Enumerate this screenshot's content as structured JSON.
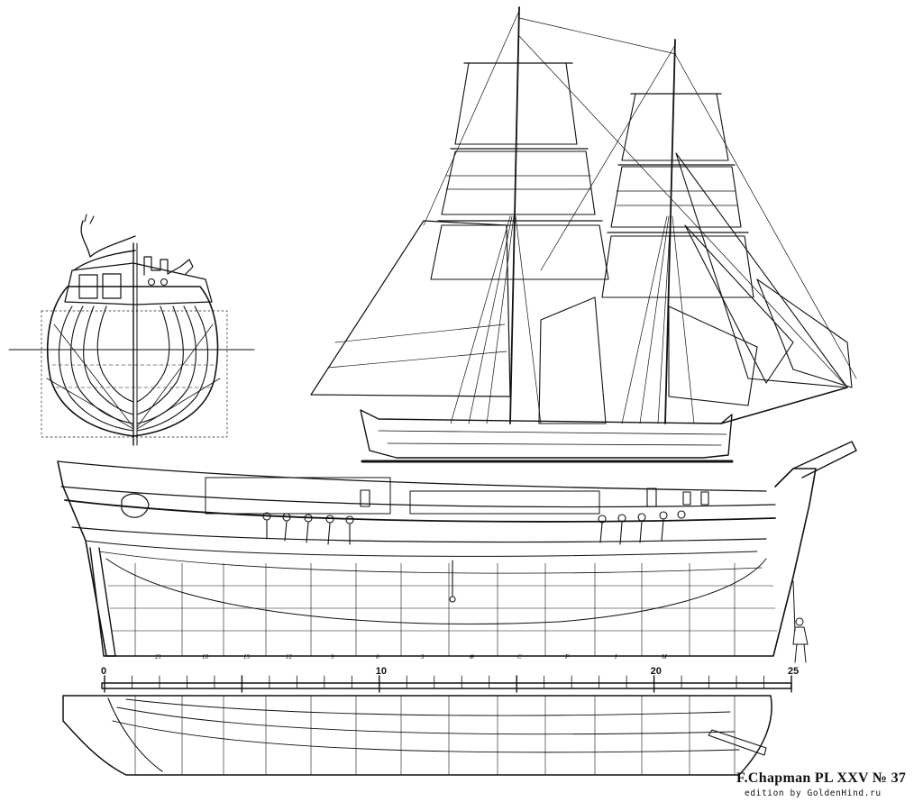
{
  "plate": {
    "title": "F.Chapman PL XXV № 37",
    "edition": "edition by GoldenHind.ru"
  },
  "scale": {
    "labels": [
      "0",
      "10",
      "20",
      "25"
    ],
    "ticks": [
      0,
      1,
      2,
      3,
      4,
      5,
      6,
      7,
      8,
      9,
      10,
      11,
      12,
      13,
      14,
      15,
      16,
      17,
      18,
      19,
      20,
      21,
      22,
      23,
      24,
      25
    ]
  },
  "station_marks": [
    "21",
    "18",
    "15",
    "12",
    "9",
    "6",
    "3",
    "⊕",
    "C",
    "F",
    "I",
    "M"
  ],
  "views": [
    "body-plan",
    "sail-plan",
    "sheer-plan",
    "half-breadth-plan",
    "human-figure"
  ]
}
